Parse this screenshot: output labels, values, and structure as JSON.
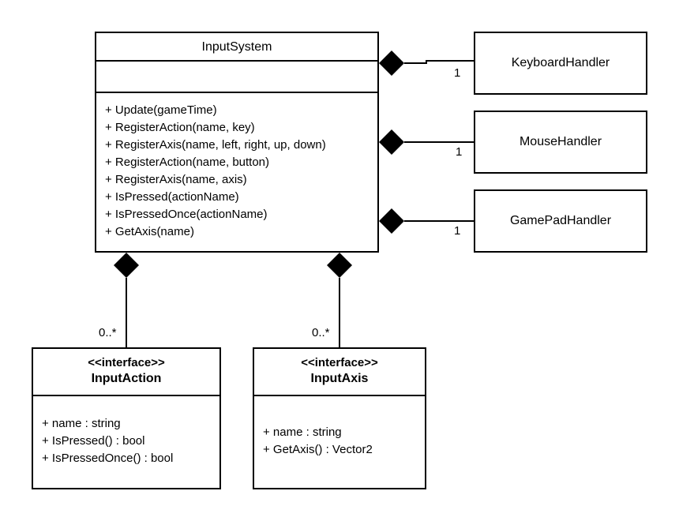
{
  "input_system": {
    "name": "InputSystem",
    "operations": [
      "+ Update(gameTime)",
      "+ RegisterAction(name, key)",
      "+ RegisterAxis(name, left, right, up, down)",
      "+ RegisterAction(name, button)",
      "+ RegisterAxis(name, axis)",
      "+ IsPressed(actionName)",
      "+ IsPressedOnce(actionName)",
      "+ GetAxis(name)"
    ]
  },
  "handlers": {
    "keyboard": "KeyboardHandler",
    "mouse": "MouseHandler",
    "gamepad": "GamePadHandler"
  },
  "input_action": {
    "stereotype": "<<interface>>",
    "name": "InputAction",
    "attributes": [
      "+ name : string",
      "+ IsPressed() : bool",
      "+ IsPressedOnce() : bool"
    ]
  },
  "input_axis": {
    "stereotype": "<<interface>>",
    "name": "InputAxis",
    "attributes": [
      "+ name : string",
      "+ GetAxis() : Vector2"
    ]
  },
  "multiplicities": {
    "keyboard": "1",
    "mouse": "1",
    "gamepad": "1",
    "action": "0..*",
    "axis": "0..*"
  }
}
